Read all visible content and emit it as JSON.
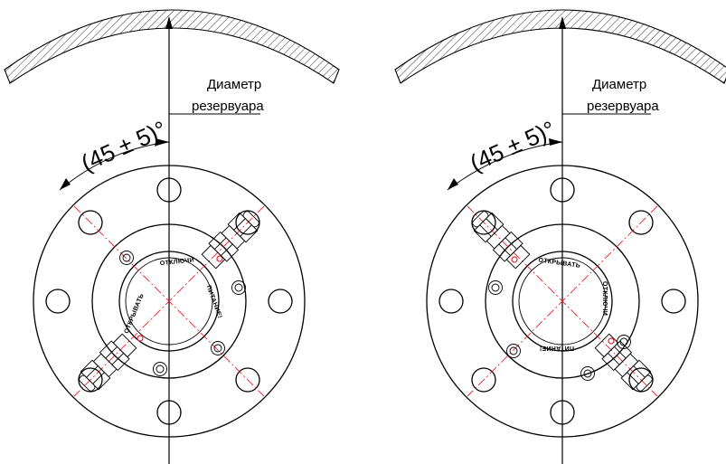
{
  "views": [
    {
      "diameter_label_line1": "Диаметр",
      "diameter_label_line2": "резервуара",
      "angle_dimension": "(45 ± 5)°",
      "stamp_open": "ОТКРЫВАТЬ",
      "stamp_disconnect": "ОТКЛЮЧИ",
      "stamp_power": "ПИТАНИЕ!"
    },
    {
      "diameter_label_line1": "Диаметр",
      "diameter_label_line2": "резервуара",
      "angle_dimension": "(45 ± 5)°",
      "stamp_open": "ОТКРЫВАТЬ",
      "stamp_disconnect": "ОТКЛЮЧИ",
      "stamp_power": "ПИТАНИЕ!"
    }
  ]
}
